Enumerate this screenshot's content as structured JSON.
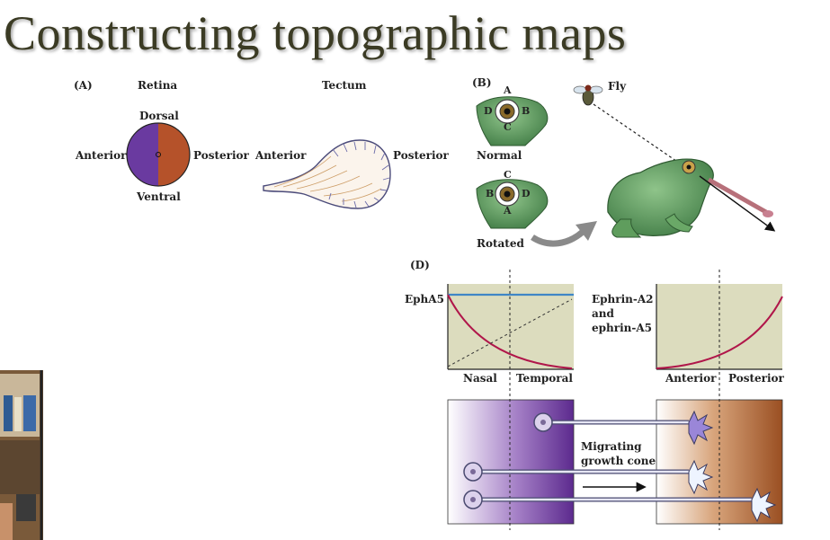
{
  "slide": {
    "title": "Constructing topographic maps"
  },
  "panel_a": {
    "tag": "(A)",
    "retina_heading": "Retina",
    "tectum_heading": "Tectum",
    "retina_dorsal": "Dorsal",
    "retina_ventral": "Ventral",
    "retina_anterior": "Anterior",
    "retina_posterior": "Posterior",
    "tectum_anterior": "Anterior",
    "tectum_posterior": "Posterior"
  },
  "panel_b": {
    "tag": "(B)",
    "fly_label": "Fly",
    "normal_label": "Normal",
    "rotated_label": "Rotated",
    "normal_eye_letters": {
      "top": "A",
      "left": "D",
      "right": "B",
      "bottom": "C"
    },
    "rotated_eye_letters": {
      "top": "C",
      "left": "B",
      "right": "D",
      "bottom": "A"
    }
  },
  "panel_d": {
    "tag": "(D)",
    "left_plot_label": "EphA5",
    "left_x_nasal": "Nasal",
    "left_x_temporal": "Temporal",
    "right_plot_label_line1": "Ephrin-A2",
    "right_plot_label_line2": "and",
    "right_plot_label_line3": "ephrin-A5",
    "right_x_anterior": "Anterior",
    "right_x_posterior": "Posterior",
    "growth_cone_label_line1": "Migrating",
    "growth_cone_label_line2": "growth cone"
  },
  "colors": {
    "retina_dorsal_anterior": "#6a3aa0",
    "retina_posterior": "#b5522a",
    "plot_background": "#dcdcbe",
    "epha5_line": "#3f86c6",
    "gradient_curve": "#b0164a",
    "purple_gradient": "#6e3a9e",
    "brown_gradient": "#a65a2a",
    "title_text": "#3b3b24"
  }
}
